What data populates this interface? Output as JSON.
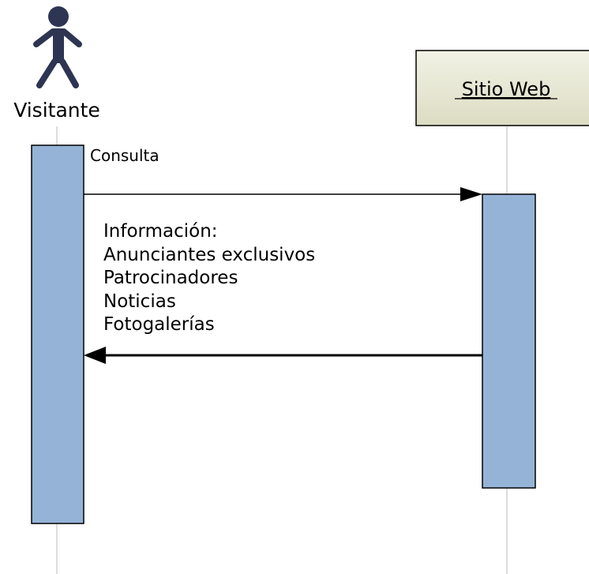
{
  "actor": {
    "name": "Visitante",
    "icon": "stick-figure-actor-icon"
  },
  "object": {
    "name": "Sitio Web"
  },
  "messages": {
    "request": "Consulta",
    "response_lines": [
      "Información:",
      "Anunciantes exclusivos",
      "Patrocinadores",
      "Noticias",
      "Fotogalerías"
    ]
  },
  "colors": {
    "actor": "#2d3552",
    "activation_fill": "#95b3d7",
    "object_box_fill_top": "#f2f2e6",
    "object_box_fill_bottom": "#dcdcc3",
    "lifeline": "#b8b8b8",
    "line": "#000000"
  }
}
